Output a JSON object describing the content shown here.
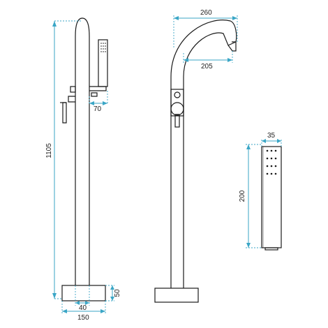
{
  "drawing": {
    "dimension_color": "#3aa6c6",
    "outline_color": "#1a1a1a",
    "side_view": {
      "height": "1105",
      "hand_shower_offset": "70",
      "base_height": "50",
      "column_width": "40",
      "base_width": "150"
    },
    "front_view": {
      "spout_reach": "260",
      "spout_inner_reach": "205"
    },
    "hand_shower_view": {
      "width": "35",
      "length": "200"
    }
  }
}
